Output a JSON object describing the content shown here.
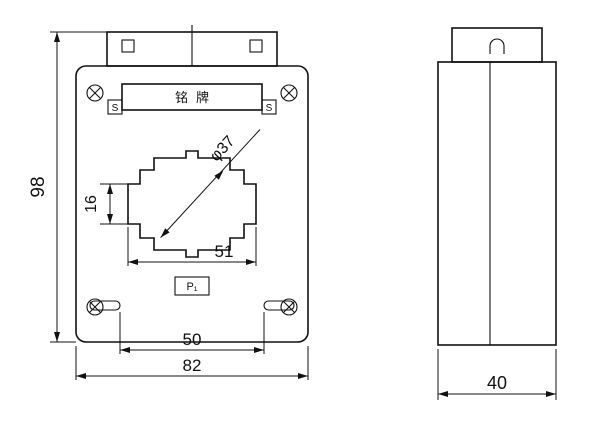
{
  "front_view": {
    "dims": {
      "height": "98",
      "window_height": "16",
      "window_width": "51",
      "hole_diameter": "φ37",
      "slot_spacing": "50",
      "width": "82"
    },
    "labels": {
      "nameplate": "铭牌",
      "s_left": "S",
      "s_right": "S",
      "terminal": "P₁"
    }
  },
  "side_view": {
    "dims": {
      "depth": "40"
    }
  }
}
